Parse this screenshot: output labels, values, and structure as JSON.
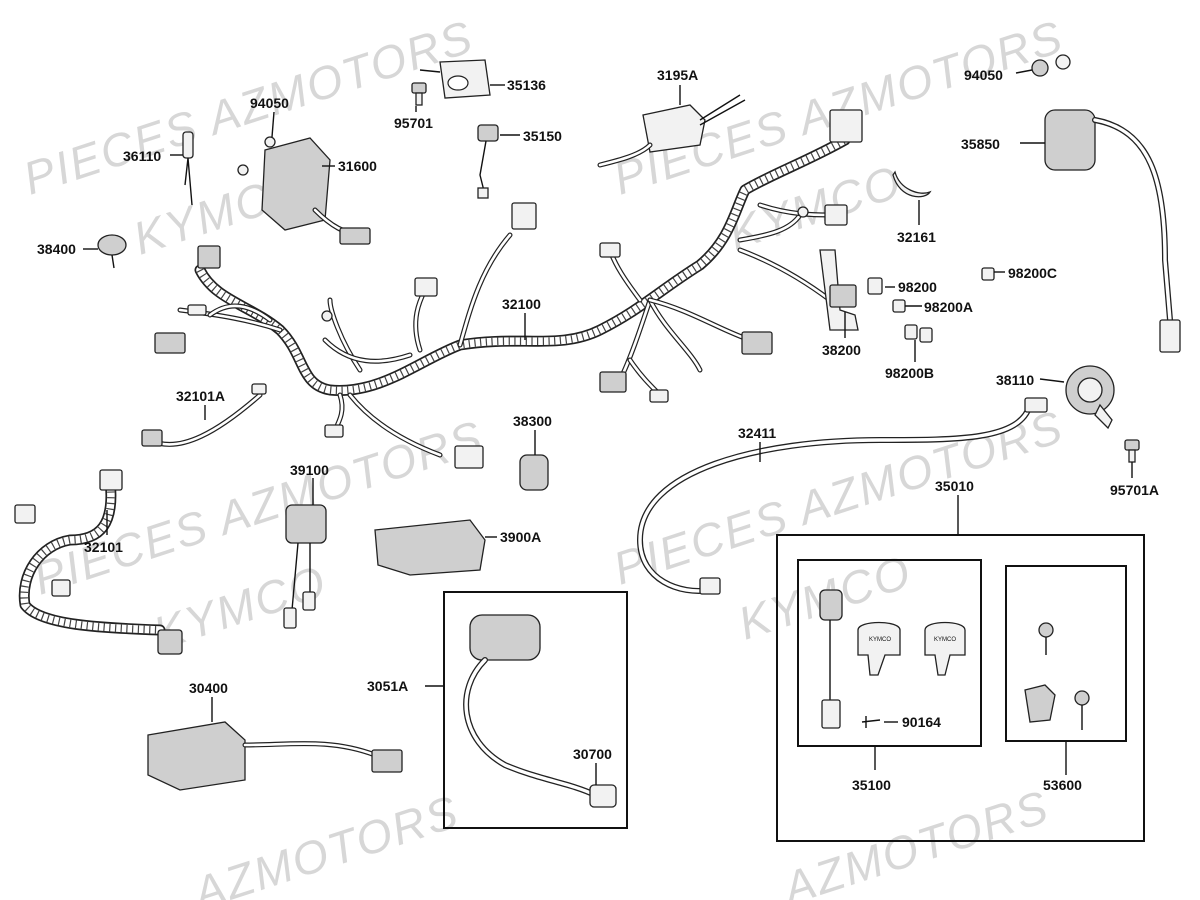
{
  "watermarks": [
    "PIECES AZMOTORS",
    "KYMCO",
    "PIECES AZMOTORS",
    "KYMCO",
    "PIECES AZMOTORS",
    "KYMCO",
    "PIECES AZMOTORS",
    "KYMCO",
    "AZMOTORS",
    "AZMOTORS"
  ],
  "parts": {
    "p35136": "35136",
    "p3195A": "3195A",
    "p94050_top": "94050",
    "p94050_left": "94050",
    "p95701": "95701",
    "p36110": "36110",
    "p31600": "31600",
    "p35150": "35150",
    "p35850": "35850",
    "p32161": "32161",
    "p38400": "38400",
    "p98200": "98200",
    "p98200C": "98200C",
    "p98200A": "98200A",
    "p32100": "32100",
    "p38200": "38200",
    "p98200B": "98200B",
    "p38110": "38110",
    "p32101A": "32101A",
    "p38300": "38300",
    "p32411": "32411",
    "p95701A": "95701A",
    "p39100": "39100",
    "p35010": "35010",
    "p32101": "32101",
    "p3900A": "3900A",
    "p3051A": "3051A",
    "p30400": "30400",
    "p30700": "30700",
    "p90164": "90164",
    "p35100": "35100",
    "p53600": "53600"
  },
  "key_brand": "KYMCO"
}
